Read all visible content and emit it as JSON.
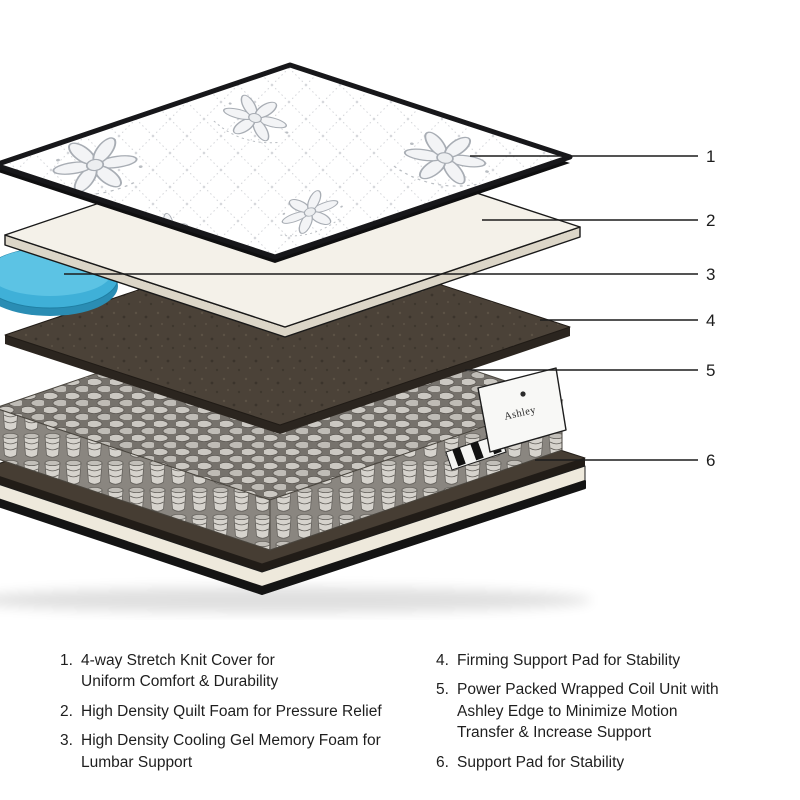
{
  "callouts": [
    {
      "num": "1"
    },
    {
      "num": "2"
    },
    {
      "num": "3"
    },
    {
      "num": "4"
    },
    {
      "num": "5"
    },
    {
      "num": "6"
    }
  ],
  "label": {
    "brand": "Ashley"
  },
  "legend": {
    "left": [
      {
        "num": "1.",
        "lines": [
          "4-way Stretch Knit Cover for",
          "Uniform Comfort & Durability"
        ]
      },
      {
        "num": "2.",
        "lines": [
          "High Density Quilt Foam for Pressure Relief"
        ]
      },
      {
        "num": "3.",
        "lines": [
          "High Density Cooling Gel Memory Foam for",
          "Lumbar Support"
        ]
      }
    ],
    "right": [
      {
        "num": "4.",
        "lines": [
          "Firming Support Pad for Stability"
        ]
      },
      {
        "num": "5.",
        "lines": [
          "Power Packed Wrapped Coil Unit with",
          "Ashley Edge to Minimize Motion",
          "Transfer & Increase Support"
        ]
      },
      {
        "num": "6.",
        "lines": [
          "Support Pad for Stability"
        ]
      }
    ]
  },
  "colors": {
    "binding_black": "#17171a",
    "quilt_white": "#ffffff",
    "foam_cream": "#f4f1e9",
    "gel_blue": "#3fb0d8",
    "pad_brown": "#4b4238",
    "coil_gray": "#d6d3cd",
    "base_cream": "#eee9dc",
    "label_white": "#f8f8f6",
    "text_black": "#1e1e1e"
  }
}
